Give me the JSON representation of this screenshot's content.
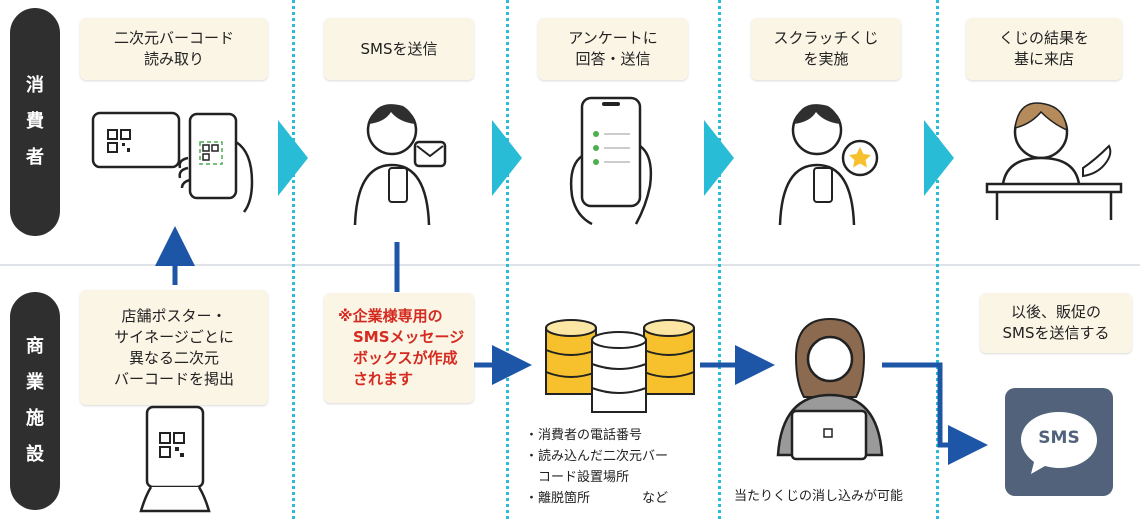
{
  "consumer_label": [
    "消",
    "費",
    "者"
  ],
  "business_label": [
    "商",
    "業",
    "施",
    "設"
  ],
  "steps": [
    {
      "text": "二次元バーコード\n読み取り"
    },
    {
      "text": "SMSを送信"
    },
    {
      "text": "アンケートに\n回答・送信"
    },
    {
      "text": "スクラッチくじ\nを実施"
    },
    {
      "text": "くじの結果を\n基に来店"
    }
  ],
  "business_boxes": {
    "poster": "店舗ポスター・\nサイネージごとに\n異なる二次元\nバーコードを掲出",
    "mailbox": "※企業様専用の\n　SMSメッセージ\n　ボックスが作成\n　されます",
    "followup": "以後、販促の\nSMSを送信する"
  },
  "db_notes": "・消費者の電話番号\n・読み込んだ二次元バー\n　コード設置場所\n・離脱箇所　　　　など",
  "operator_note": "当たりくじの消し込みが可能",
  "sms_badge": "SMS",
  "colors": {
    "cyan": "#29bcd6",
    "arrow_blue": "#1d56a6",
    "box_bg": "#fbf5e6",
    "db_yellow": "#f6c12c",
    "red_text": "#d42a1f",
    "sms_icon_bg": "#51627a"
  }
}
